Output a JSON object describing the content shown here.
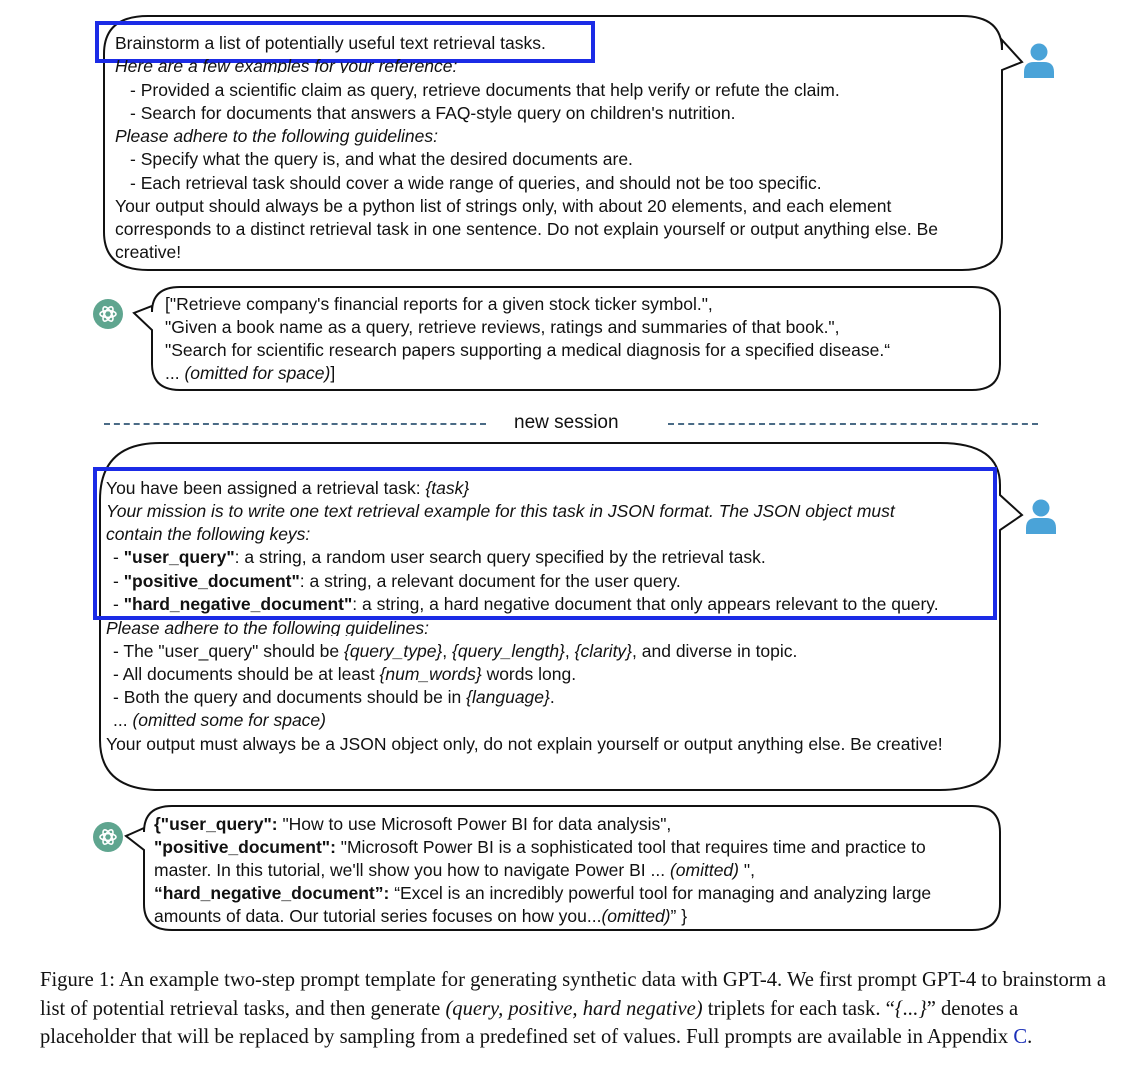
{
  "prompt1": {
    "highlight": "Brainstorm a list of potentially useful text retrieval tasks.",
    "examples_heading": "Here are a few examples for your reference:",
    "example_1": "- Provided a scientific claim as query, retrieve documents that help verify or refute the claim.",
    "example_2": "- Search for documents that answers a FAQ-style query on children's nutrition.",
    "guidelines_heading": "Please adhere to the following guidelines:",
    "guideline_1": "- Specify what the query is, and what the desired documents are.",
    "guideline_2": "- Each retrieval task should cover a wide range of queries, and should not be too specific.",
    "output_1": "Your output should always be a python list of strings only, with about 20 elements, and each element",
    "output_2": "corresponds to a distinct retrieval task in one sentence. Do not explain yourself or output anything else. Be",
    "output_3": "creative!"
  },
  "response1": {
    "line_1": "[\"Retrieve company's financial reports for a given stock ticker symbol.\",",
    "line_2": "\"Given a book name as a query, retrieve reviews, ratings and summaries of that book.\",",
    "line_3": "\"Search for scientific research papers supporting a medical diagnosis for a specified disease.“",
    "line_4_prefix": "... ",
    "line_4_italic": "(omitted for space)",
    "line_4_suffix": "]"
  },
  "session_divider": "new session",
  "prompt2": {
    "assigned_prefix": "You have been assigned a retrieval task: ",
    "assigned_var": "{task}",
    "mission_1": "Your mission is to write one text retrieval example for this task in JSON format. The JSON object must",
    "mission_2": "contain the following keys:",
    "key_1_name": "\"user_query\"",
    "key_1_desc": ": a string, a random user search query specified by the retrieval task.",
    "key_2_name": "\"positive_document\"",
    "key_2_desc": ": a string, a relevant document for the user query.",
    "key_3_name": "\"hard_negative_document\"",
    "key_3_desc": ": a string, a hard negative document that only  appears relevant to the query.",
    "guidelines_heading": "Please adhere to the following guidelines:",
    "g1_a": "- The \"user_query\" should be ",
    "g1_v1": "{query_type}",
    "g1_v2": "{query_length}",
    "g1_v3": "{clarity}",
    "g1_b": ", and diverse in topic.",
    "g2_a": "- All documents should be at least ",
    "g2_v": "{num_words}",
    "g2_b": " words long.",
    "g3_a": "- Both the query and documents should be in ",
    "g3_v": "{language}",
    "g3_b": ".",
    "omitted_prefix": "... ",
    "omitted_italic": "(omitted some for space)",
    "output": "Your output must always be a JSON object only, do not explain yourself or output anything else. Be creative!"
  },
  "response2": {
    "l1_key": "{\"user_query\":",
    "l1_val": " \"How to use Microsoft Power BI for data analysis\",",
    "l2_key": "\"positive_document\":",
    "l2_val": " \"Microsoft Power BI is a sophisticated tool that requires time and practice to",
    "l3_val": "master. In this tutorial, we'll show you how to navigate Power BI ... ",
    "l3_italic": "(omitted)",
    "l3_suffix": " \",",
    "l4_key": "“hard_negative_document”:",
    "l4_val": " “Excel is an incredibly powerful tool for managing and analyzing large",
    "l5_val": "amounts of data. Our tutorial series focuses on how you...",
    "l5_italic": "(omitted)",
    "l5_suffix": "” }"
  },
  "caption": {
    "p1": "Figure 1: An example two-step prompt template for generating synthetic data with GPT-4. We first prompt GPT-4 to brainstorm a list of potential retrieval tasks, and then generate ",
    "p1_italic": "(query, positive, hard negative)",
    "p2": " triplets for each task. “",
    "p2_italic": "{...}",
    "p3": "” denotes a placeholder that will be replaced by sampling from a predefined set of values. Full prompts are available in Appendix  ",
    "ref": "C",
    "p4": "."
  },
  "colors": {
    "highlight": "#1b2be6",
    "user_icon": "#4aa3d8",
    "gpt_icon": "#5fa58f",
    "bubble_stroke": "#111111",
    "divider": "#4a6b86"
  },
  "icons": [
    "user-avatar-icon",
    "chatgpt-logo-icon"
  ]
}
